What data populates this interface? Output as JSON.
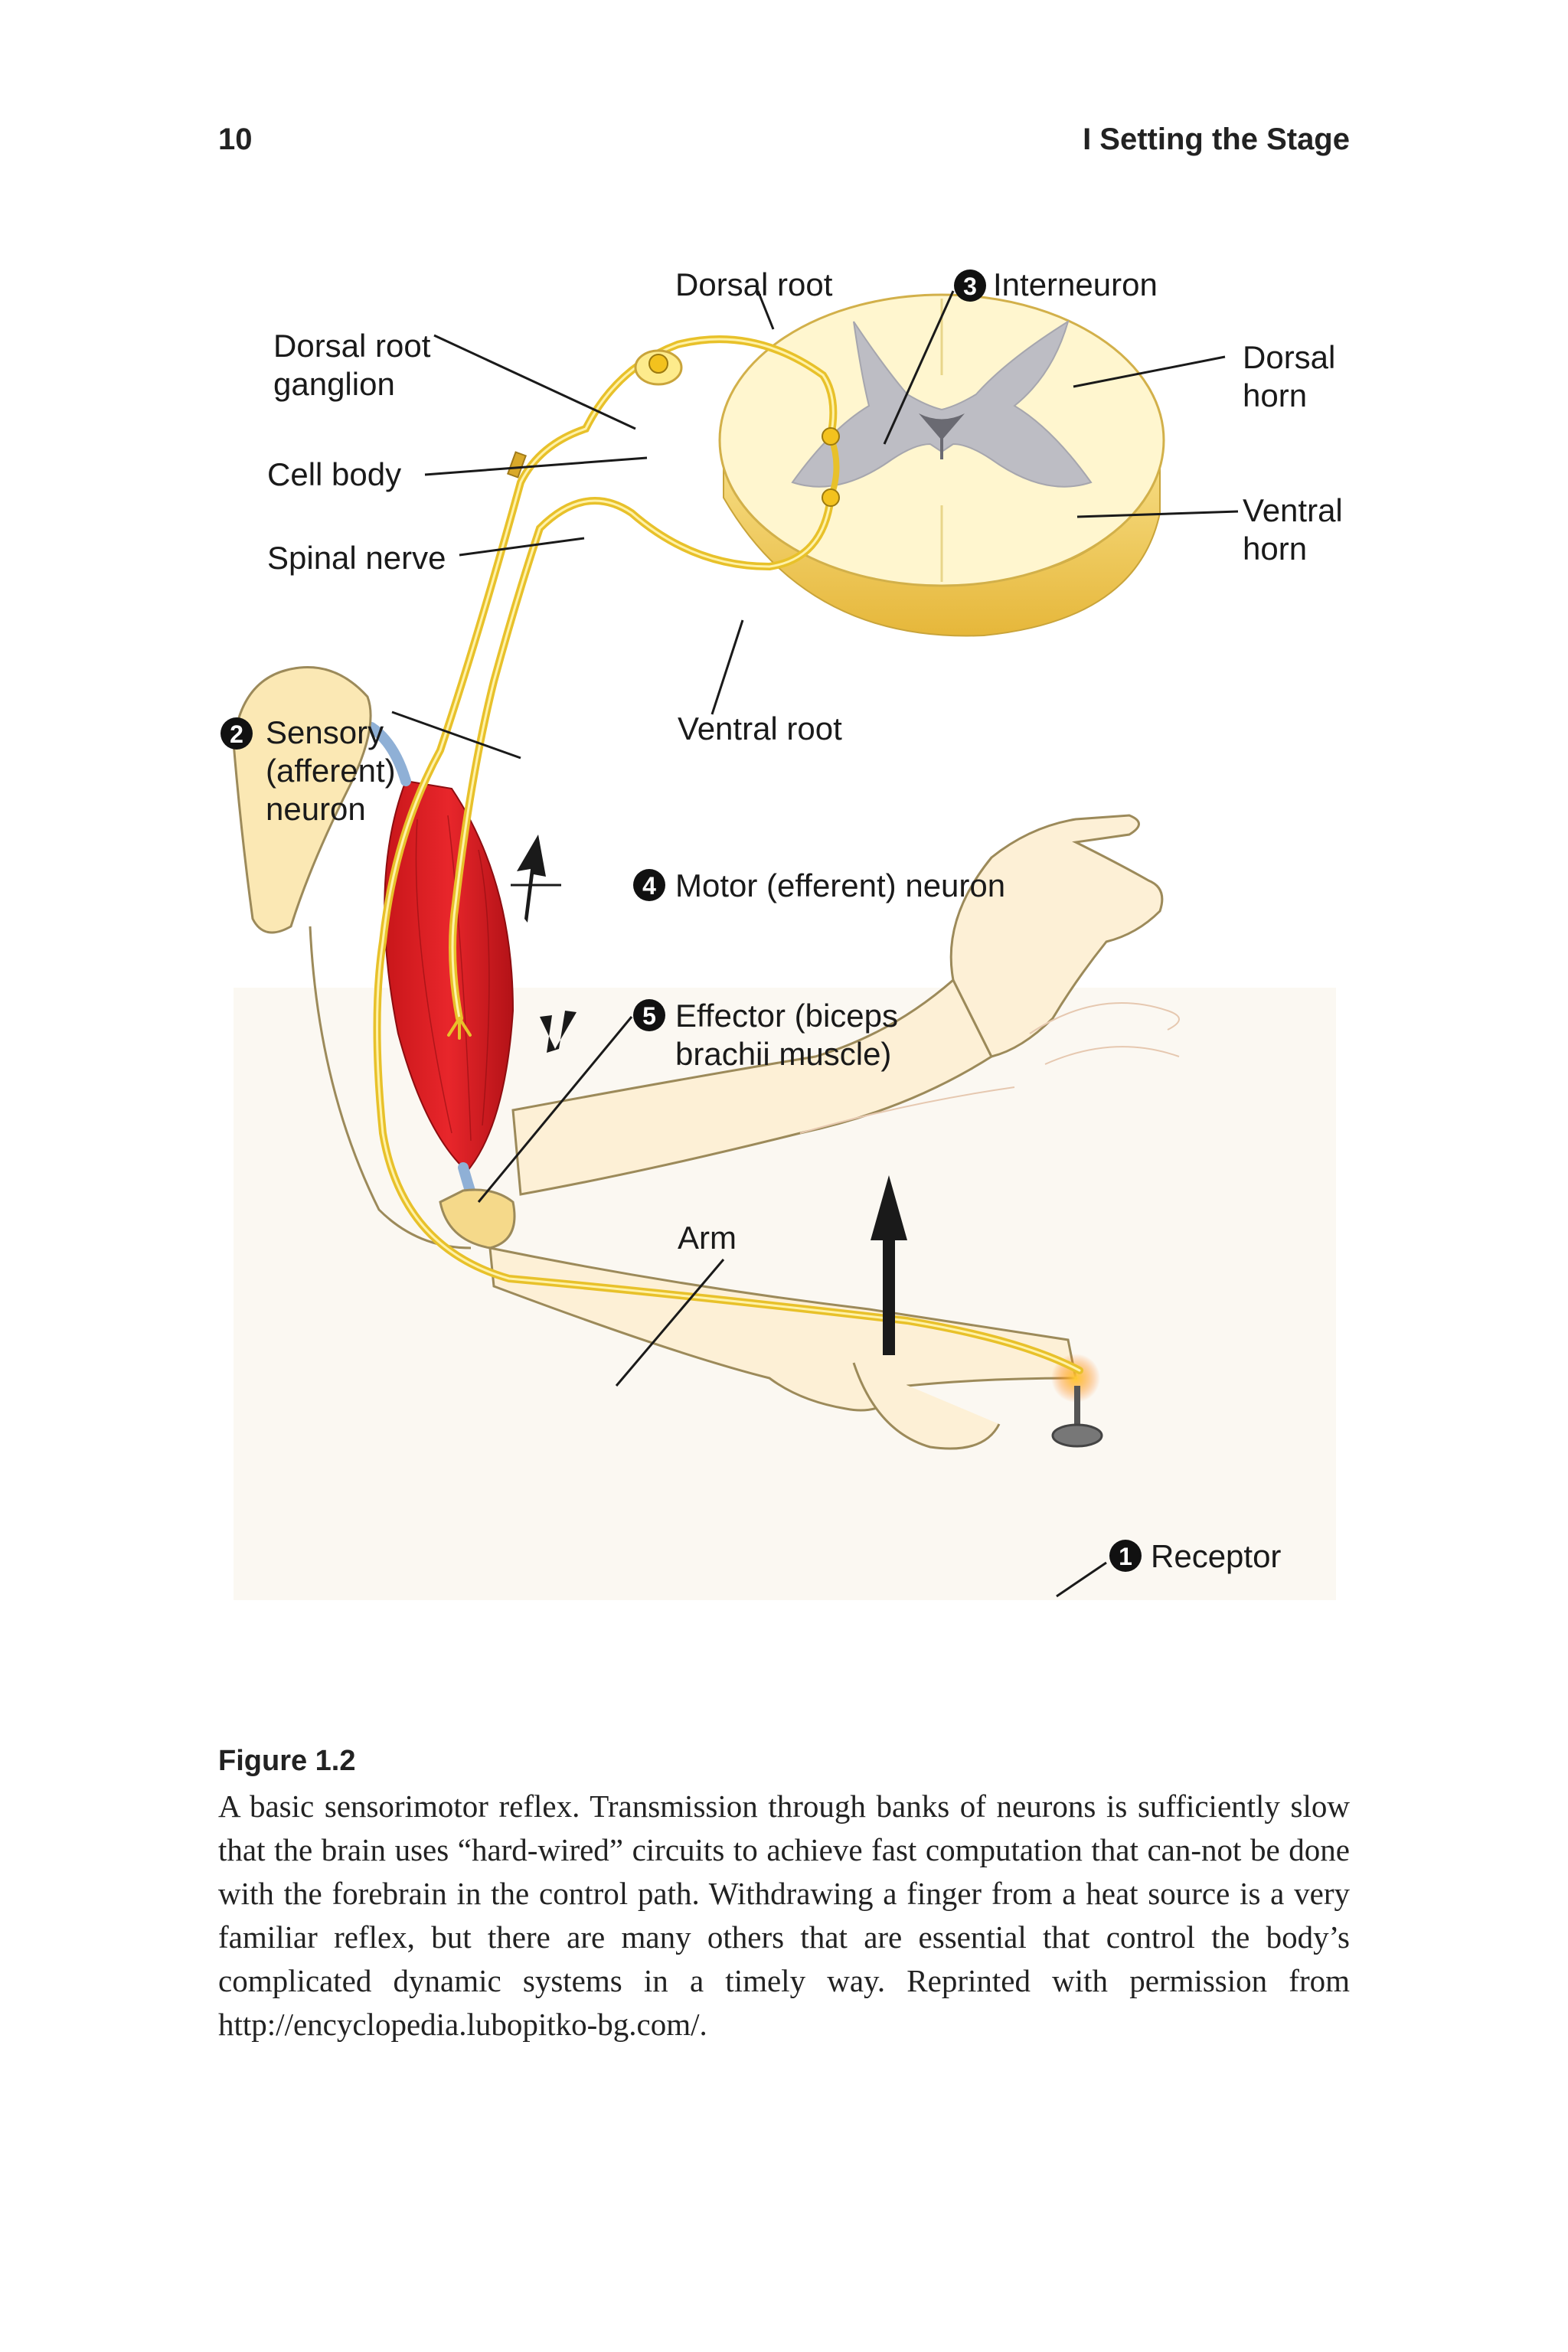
{
  "header": {
    "page_number": "10",
    "running_title": "I  Setting the Stage"
  },
  "figure": {
    "labels": {
      "dorsal_root": "Dorsal root",
      "interneuron_num": "3",
      "interneuron": "Interneuron",
      "drg_line1": "Dorsal root",
      "drg_line2": "ganglion",
      "dorsal_horn_line1": "Dorsal",
      "dorsal_horn_line2": "horn",
      "cell_body": "Cell body",
      "ventral_horn_line1": "Ventral",
      "ventral_horn_line2": "horn",
      "spinal_nerve": "Spinal nerve",
      "ventral_root": "Ventral root",
      "sensory_num": "2",
      "sensory_line1": "Sensory",
      "sensory_line2": "(afferent)",
      "sensory_line3": "neuron",
      "motor_num": "4",
      "motor": "Motor (efferent) neuron",
      "effector_num": "5",
      "effector_line1": "Effector (biceps",
      "effector_line2": "brachii muscle)",
      "arm": "Arm",
      "receptor_num": "1",
      "receptor": "Receptor"
    }
  },
  "caption": {
    "title": "Figure 1.2",
    "text": "A basic sensorimotor reflex. Transmission through banks of neurons is sufficiently slow that the brain uses “hard-wired” circuits to achieve fast computation that can-not be done with the forebrain in the control path. Withdrawing a finger from a heat source is a very familiar reflex, but there are many others that are essential that control the body’s complicated dynamic systems in a timely way. Reprinted with permission from http://encyclopedia.lubopitko-bg.com/."
  }
}
